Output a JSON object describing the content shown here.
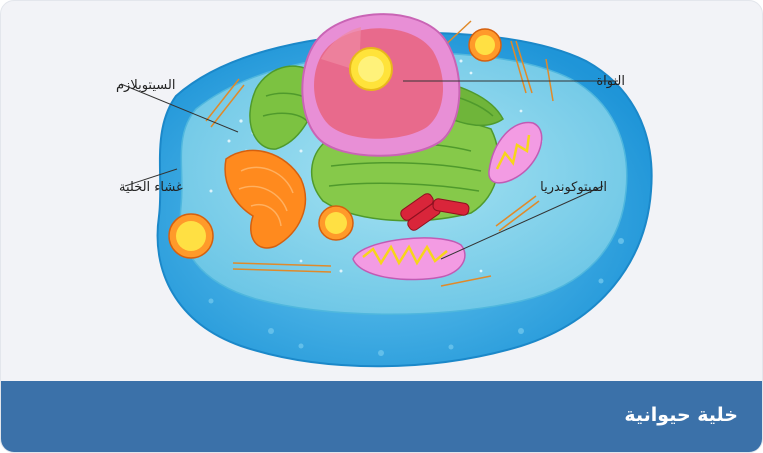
{
  "title": "خلية حيوانية",
  "labels": {
    "cytoplasm": "السيتوبلازم",
    "cell_membrane": "غشاء الخلية",
    "nucleus": "النواة",
    "mitochondria": "الميتوكوندريا"
  },
  "colors": {
    "footer": "#3b71a9",
    "cell_outer": "#2aa3e2",
    "cell_inner": "#8cd8ec",
    "nucleus_envelope": "#e88fd6",
    "nucleus_inner": "#e86a8c",
    "nucleolus": "#ffe33a",
    "golgi": "#ff8a1e",
    "endoplasmic_reticulum": "#7cc241",
    "mitochondria": "#f39be3",
    "centrosome": "#d9253a"
  }
}
